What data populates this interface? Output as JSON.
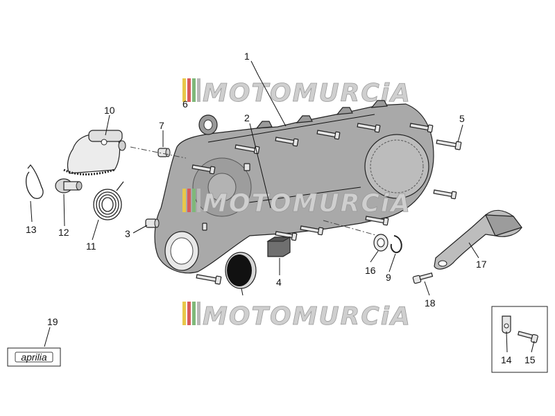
{
  "watermark": "MOTOMURCiA",
  "brand_label": "aprilia",
  "callouts": {
    "c1": "1",
    "c2": "2",
    "c3": "3",
    "c4": "4",
    "c5": "5",
    "c6": "6",
    "c7": "7",
    "c9": "9",
    "c10": "10",
    "c11": "11",
    "c12": "12",
    "c13": "13",
    "c14": "14",
    "c15": "15",
    "c16": "16",
    "c17": "17",
    "c18": "18",
    "c19": "19"
  },
  "colors": {
    "cover_fill": "#a9a9a9",
    "cover_shade": "#8f8f8f",
    "metal_light": "#e6e6e6",
    "metal_mid": "#c8c8c8",
    "seal_dark": "#111111",
    "pedal_fill": "#bdbdbd"
  }
}
